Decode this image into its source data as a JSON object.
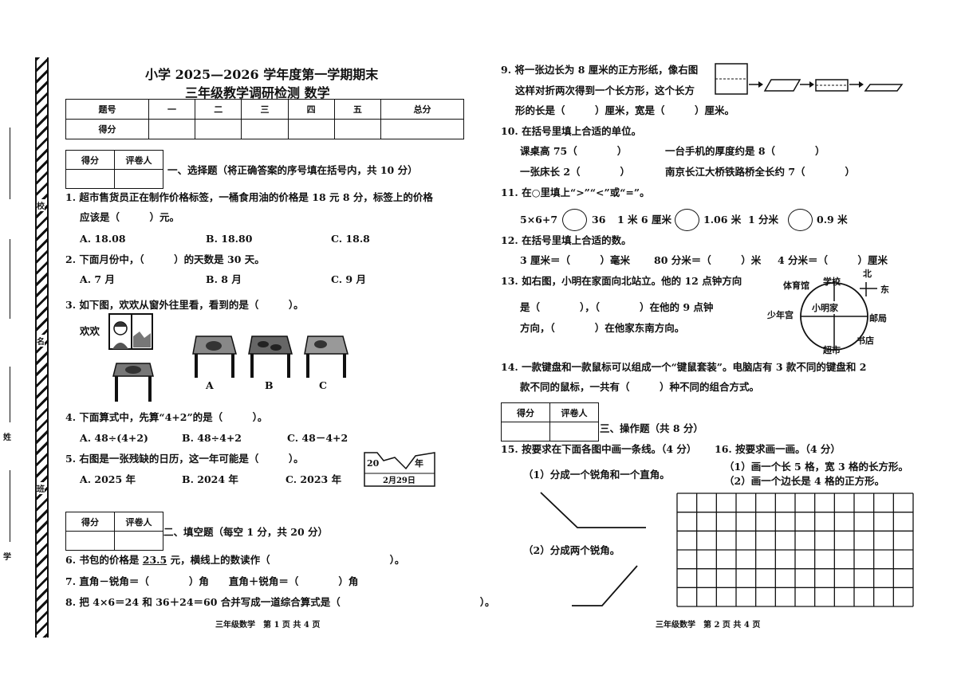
{
  "header": {
    "title1": "小学 2025—2026 学年度第一学期期末",
    "title2": "三年级教学调研检测 数学"
  },
  "score_table": {
    "headers": [
      "题号",
      "一",
      "二",
      "三",
      "四",
      "五",
      "总分"
    ],
    "row2_label": "得分"
  },
  "grader": {
    "score": "得分",
    "grader": "评卷人"
  },
  "sections": {
    "s1": "一、选择题（将正确答案的序号填在括号内，共 10 分）",
    "s2": "二、填空题（每空 1 分，共 20 分）",
    "s3": "三、操作题（共 8 分）"
  },
  "q1": {
    "line1": "1. 超市售货员正在制作价格标签，一桶食用油的价格是 18 元 8 分，标签上的价格",
    "line2": "应该是（　　　）元。",
    "opts": [
      "A. 18.08",
      "B. 18.80",
      "C. 18.8"
    ]
  },
  "q2": {
    "line": "2. 下面月份中，（　　　）的天数是 30 天。",
    "opts": [
      "A. 7 月",
      "B. 8 月",
      "C. 9 月"
    ]
  },
  "q3": {
    "line": "3. 如下图，欢欢从窗外往里看，看到的是（　　　）。",
    "name": "欢欢",
    "labels": [
      "A",
      "B",
      "C"
    ]
  },
  "q4": {
    "line": "4. 下面算式中，先算“4+2”的是（　　　）。",
    "opts": [
      "A. 48÷(4+2)",
      "B. 48÷4+2",
      "C. 48－4+2"
    ]
  },
  "q5": {
    "line": "5. 右图是一张残缺的日历，这一年可能是（　　　）。",
    "opts": [
      "A. 2025 年",
      "B. 2024 年",
      "C. 2023 年"
    ],
    "cal_left": "20",
    "cal_right": "年",
    "cal_date": "2月29日"
  },
  "q6": {
    "pre": "6. 书包的价格是 ",
    "price": "23.5",
    "post": " 元，横线上的数读作（　　　　　　　　　　　　）。"
  },
  "q7": {
    "line": "7. 直角－锐角＝（　　　　）角　　直角＋锐角＝（　　　　）角"
  },
  "q8": {
    "line": "8. 把 4×6＝24 和 36＋24＝60 合并写成一道综合算式是（　　　　　　　　　　　　　　）。"
  },
  "q9": {
    "line1": "9. 将一张边长为 8 厘米的正方形纸，像右图",
    "line2": "这样对折两次得到一个长方形，这个长方",
    "line3": "形的长是（　　　）厘米，宽是（　　　）厘米。"
  },
  "q10": {
    "line": "10. 在括号里填上合适的单位。",
    "a": "课桌高 75（　　　　）",
    "b": "一台手机的厚度约是 8（　　　　）",
    "c": "一张床长 2（　　　　）",
    "d": "南京长江大桥铁路桥全长约 7（　　　　）"
  },
  "q11": {
    "line": "11. 在○里填上“>”“<”或“=”。",
    "a1": "5×6+7",
    "a2": "36",
    "b1": "1 米 6 厘米",
    "b2": "1.06 米",
    "c1": "1 分米",
    "c2": "0.9 米"
  },
  "q12": {
    "line": "12. 在括号里填上合适的数。",
    "a": "3 厘米＝（　　　）毫米",
    "b": "80 分米＝（　　　）米",
    "c": "4 分米＝（　　　）厘米"
  },
  "q13": {
    "line1": "13. 如右图，小明在家面向北站立。他的 12 点钟方向",
    "line2": "是（　　　　），（　　　　）在他的 9 点钟",
    "line3": "方向，（　　　　）在他家东南方向。",
    "map": {
      "gym": "体育馆",
      "school": "学校",
      "north": "北",
      "east": "东",
      "home": "小明家",
      "youth": "少年宫",
      "post": "邮局",
      "market": "超市",
      "book": "书店"
    }
  },
  "q14": {
    "line1": "14. 一款键盘和一款鼠标可以组成一个“键鼠套装”。电脑店有 3 款不同的键盘和 2",
    "line2": "款不同的鼠标，一共有（　　　）种不同的组合方式。"
  },
  "q15": {
    "line": "15. 按要求在下面各图中画一条线。（4 分）",
    "p1": "（1）分成一个锐角和一个直角。",
    "p2": "（2）分成两个锐角。"
  },
  "q16": {
    "line": "16. 按要求画一画。（4 分）",
    "p1": "（1）画一个长 5 格，宽 3 格的长方形。",
    "p2": "（2）画一个边长是 4 格的正方形。"
  },
  "footer": {
    "left": "三年级数学　第 1 页 共 4 页",
    "right": "三年级数学　第 2 页 共 4 页"
  },
  "side": {
    "a": "学",
    "b": "校",
    "c": "姓",
    "d": "名",
    "e": "班"
  }
}
